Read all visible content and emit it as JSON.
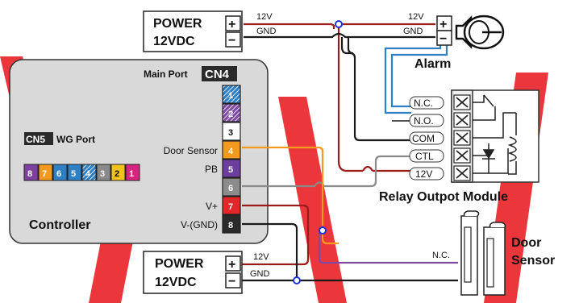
{
  "power_top": {
    "line1": "POWER",
    "line2": "12VDC",
    "plus": "+",
    "minus": "−"
  },
  "power_bottom": {
    "line1": "POWER",
    "line2": "12VDC",
    "plus": "+",
    "minus": "−"
  },
  "wires": {
    "v12_top": "12V",
    "gnd_top": "GND",
    "v12_alarm": "12V",
    "gnd_alarm": "GND",
    "v12_bottom": "12V",
    "gnd_bottom": "GND",
    "nc_sensor": "N.C."
  },
  "alarm": {
    "title": "Alarm",
    "plus": "+",
    "minus": "−"
  },
  "relay": {
    "title": "Relay Outpot Module",
    "terminals": [
      "N.C.",
      "N.O.",
      "COM",
      "CTL",
      "12V"
    ]
  },
  "controller": {
    "title": "Controller",
    "main_port_label": "Main Port",
    "main_port_badge": "CN4",
    "wg_port_badge": "CN5",
    "wg_port_label": "WG Port",
    "cn4_pins": [
      {
        "num": "1",
        "label": "",
        "color": "#2f7fc4"
      },
      {
        "num": "2",
        "label": "",
        "color": "#7d4aa0"
      },
      {
        "num": "3",
        "label": "",
        "color": "#ffffff"
      },
      {
        "num": "4",
        "label": "Door Sensor",
        "color": "#f39a1e"
      },
      {
        "num": "5",
        "label": "PB",
        "color": "#6c3f9c"
      },
      {
        "num": "6",
        "label": "",
        "color": "#8c8c8c"
      },
      {
        "num": "7",
        "label": "V+",
        "color": "#e0272a"
      },
      {
        "num": "8",
        "label": "V-(GND)",
        "color": "#2a2a2a"
      }
    ],
    "cn5_pins": [
      {
        "num": "8",
        "color": "#7d3fa0"
      },
      {
        "num": "7",
        "color": "#f39a1e"
      },
      {
        "num": "6",
        "color": "#2f7fc4"
      },
      {
        "num": "5",
        "color": "#2f7fc4"
      },
      {
        "num": "4",
        "color": "#3a7fc4"
      },
      {
        "num": "3",
        "color": "#8a8a8a"
      },
      {
        "num": "2",
        "color": "#f2c21b"
      },
      {
        "num": "1",
        "color": "#d6257f"
      }
    ]
  },
  "door_sensor": {
    "line1": "Door",
    "line2": "Sensor"
  },
  "colors": {
    "wire_red": "#9b1b1b",
    "wire_black": "#1a1a1a",
    "wire_blue": "#2f7fc4",
    "wire_purple": "#7d4aa0",
    "wire_orange": "#f39a1e",
    "wire_gray": "#8a8a8a",
    "node": "#1a33d6",
    "watermark": "#e8141a"
  }
}
